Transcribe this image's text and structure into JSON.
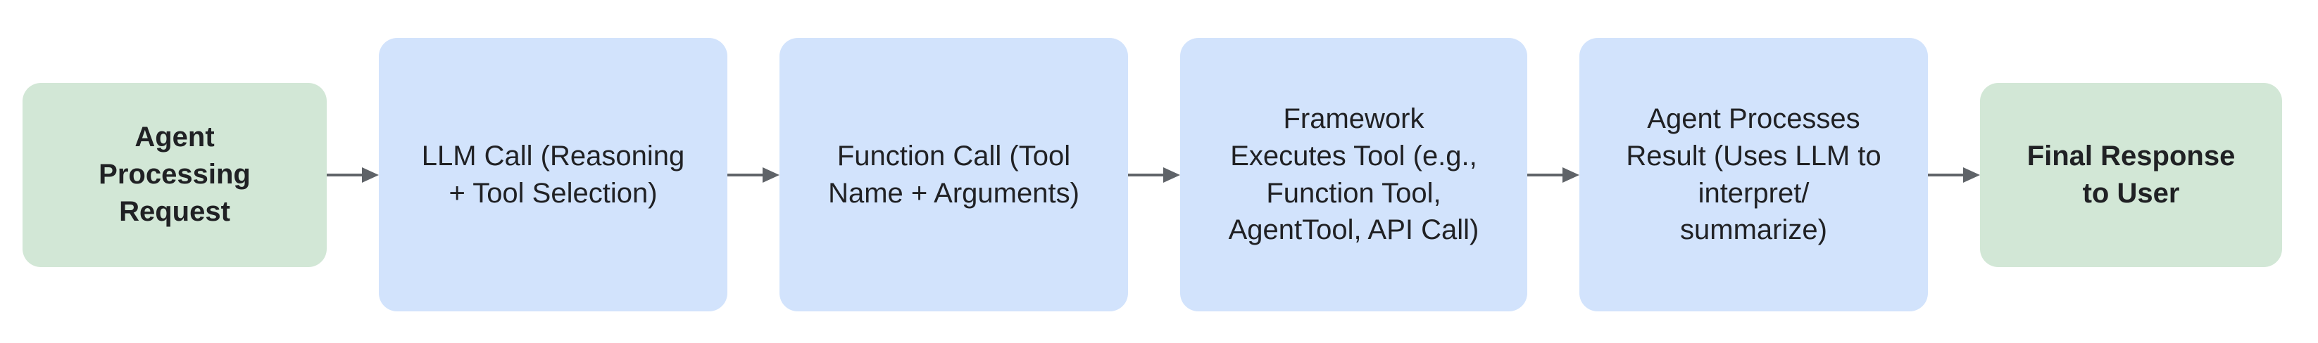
{
  "diagram": {
    "background_color": "#FFFFFF",
    "text_color": "#202124",
    "arrow_color": "#5F6368",
    "node_colors": {
      "terminal_green": "#D2E7D6",
      "process_blue": "#D2E3FC"
    },
    "nodes": [
      {
        "label": "Agent\nProcessing\nRequest",
        "color": "#D2E7D6",
        "emphasis": "bold"
      },
      {
        "label": "LLM Call (Reasoning\n+ Tool Selection)",
        "color": "#D2E3FC",
        "emphasis": "regular"
      },
      {
        "label": "Function Call (Tool\nName + Arguments)",
        "color": "#D2E3FC",
        "emphasis": "regular"
      },
      {
        "label": "Framework\nExecutes Tool (e.g.,\nFunction Tool,\nAgentTool, API Call)",
        "color": "#D2E3FC",
        "emphasis": "regular"
      },
      {
        "label": "Agent Processes\nResult (Uses LLM to\ninterpret/\nsummarize)",
        "color": "#D2E3FC",
        "emphasis": "regular"
      },
      {
        "label": "Final Response\nto User",
        "color": "#D2E7D6",
        "emphasis": "bold"
      }
    ],
    "connectors": [
      {
        "from": 0,
        "to": 1,
        "style": "solid-arrow"
      },
      {
        "from": 1,
        "to": 2,
        "style": "solid-arrow"
      },
      {
        "from": 2,
        "to": 3,
        "style": "solid-arrow"
      },
      {
        "from": 3,
        "to": 4,
        "style": "solid-arrow"
      },
      {
        "from": 4,
        "to": 5,
        "style": "solid-arrow"
      }
    ]
  }
}
